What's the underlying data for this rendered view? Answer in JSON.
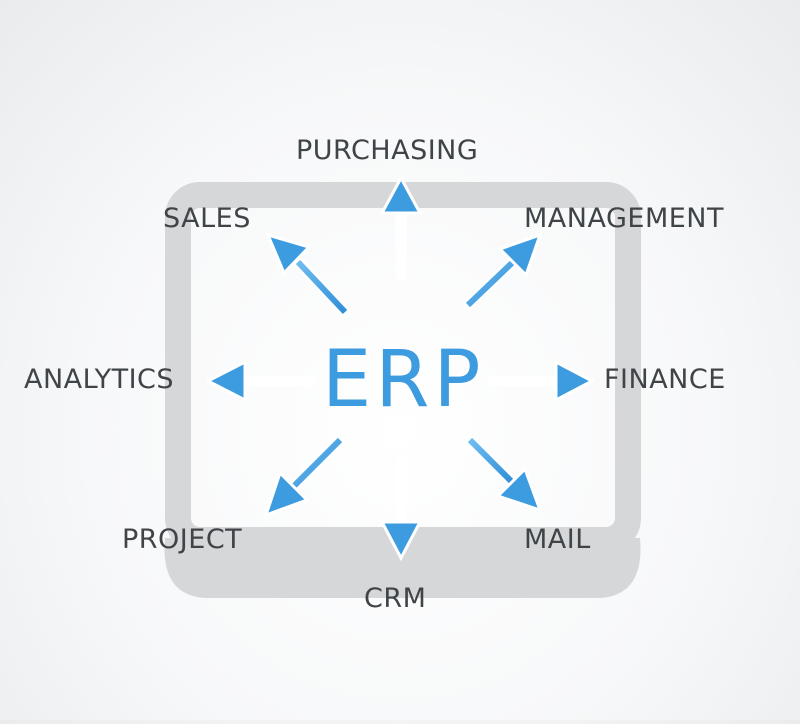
{
  "diagram": {
    "center": {
      "text": "ERP",
      "color": "#3d9be0"
    },
    "arrow_color": "#3d9be0",
    "laptop_color": "#d6d7d9",
    "nodes": [
      {
        "id": "purchasing",
        "label": "PURCHASING"
      },
      {
        "id": "sales",
        "label": "SALES"
      },
      {
        "id": "management",
        "label": "MANAGEMENT"
      },
      {
        "id": "analytics",
        "label": "ANALYTICS"
      },
      {
        "id": "finance",
        "label": "FINANCE"
      },
      {
        "id": "project",
        "label": "PROJECT"
      },
      {
        "id": "crm",
        "label": "CRM"
      },
      {
        "id": "mail",
        "label": "MAIL"
      }
    ]
  }
}
